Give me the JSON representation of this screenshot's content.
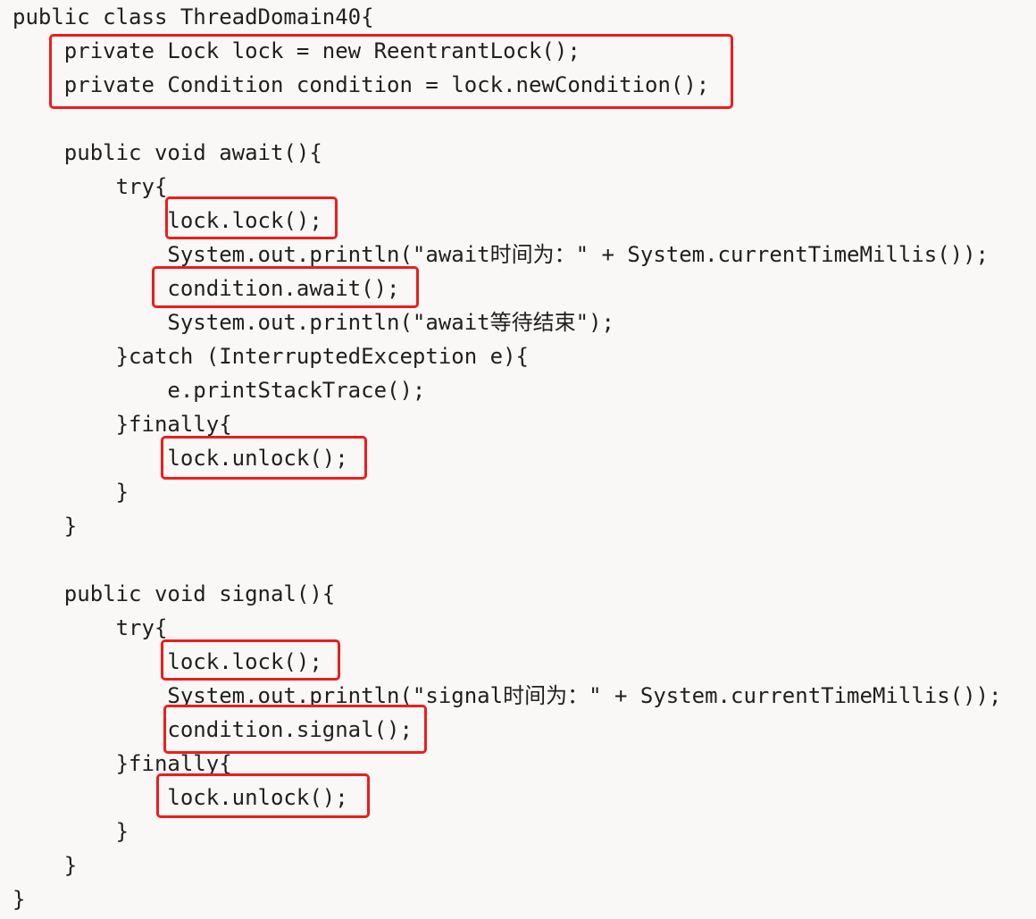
{
  "code": {
    "lines": [
      "public class ThreadDomain40{",
      "    private Lock lock = new ReentrantLock();",
      "    private Condition condition = lock.newCondition();",
      "",
      "    public void await(){",
      "        try{",
      "            lock.lock();",
      "            System.out.println(\"await时间为：\" + System.currentTimeMillis());",
      "            condition.await();",
      "            System.out.println(\"await等待结束\");",
      "        }catch (InterruptedException e){",
      "            e.printStackTrace();",
      "        }finally{",
      "            lock.unlock();",
      "        }",
      "    }",
      "",
      "    public void signal(){",
      "        try{",
      "            lock.lock();",
      "            System.out.println(\"signal时间为：\" + System.currentTimeMillis());",
      "            condition.signal();",
      "        }finally{",
      "            lock.unlock();",
      "        }",
      "    }",
      "}"
    ]
  },
  "highlight_color": "#ee1c1c"
}
